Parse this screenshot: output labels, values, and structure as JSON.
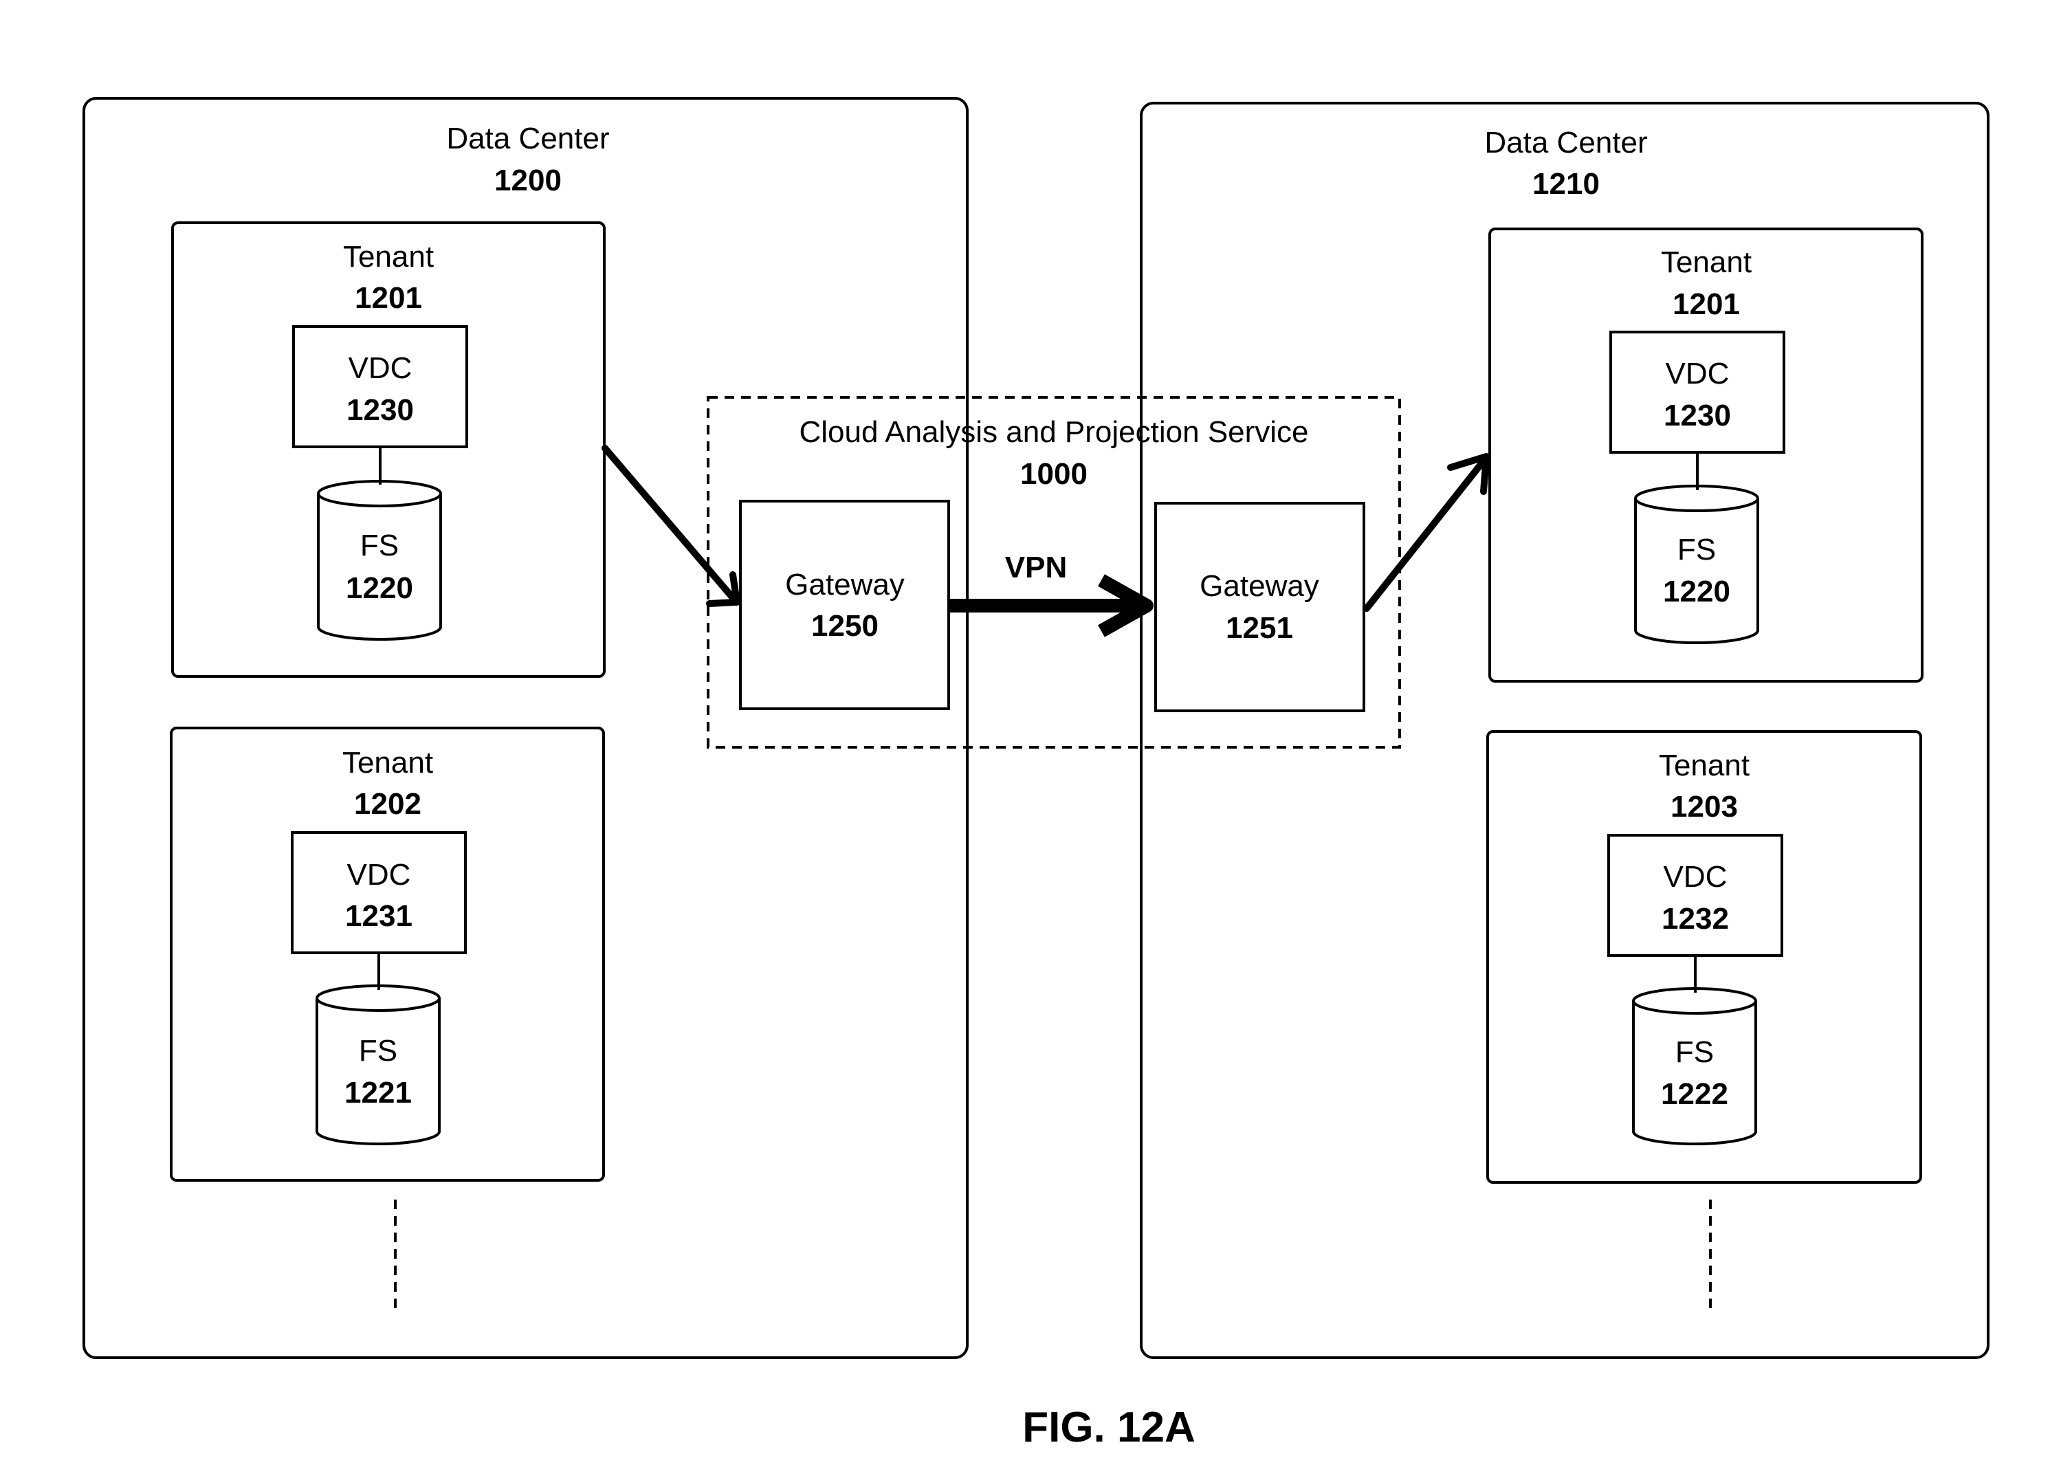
{
  "figure_label": "FIG. 12A",
  "data_centers": [
    {
      "title": "Data Center",
      "number": "1200",
      "tenants": [
        {
          "title": "Tenant",
          "number": "1201",
          "vdc": {
            "title": "VDC",
            "number": "1230"
          },
          "fs": {
            "title": "FS",
            "number": "1220"
          }
        },
        {
          "title": "Tenant",
          "number": "1202",
          "vdc": {
            "title": "VDC",
            "number": "1231"
          },
          "fs": {
            "title": "FS",
            "number": "1221"
          }
        }
      ]
    },
    {
      "title": "Data Center",
      "number": "1210",
      "tenants": [
        {
          "title": "Tenant",
          "number": "1201",
          "vdc": {
            "title": "VDC",
            "number": "1230"
          },
          "fs": {
            "title": "FS",
            "number": "1220"
          }
        },
        {
          "title": "Tenant",
          "number": "1203",
          "vdc": {
            "title": "VDC",
            "number": "1232"
          },
          "fs": {
            "title": "FS",
            "number": "1222"
          }
        }
      ]
    }
  ],
  "service": {
    "title": "Cloud Analysis and Projection Service",
    "number": "1000",
    "gateways": [
      {
        "title": "Gateway",
        "number": "1250"
      },
      {
        "title": "Gateway",
        "number": "1251"
      }
    ],
    "link_label": "VPN"
  }
}
